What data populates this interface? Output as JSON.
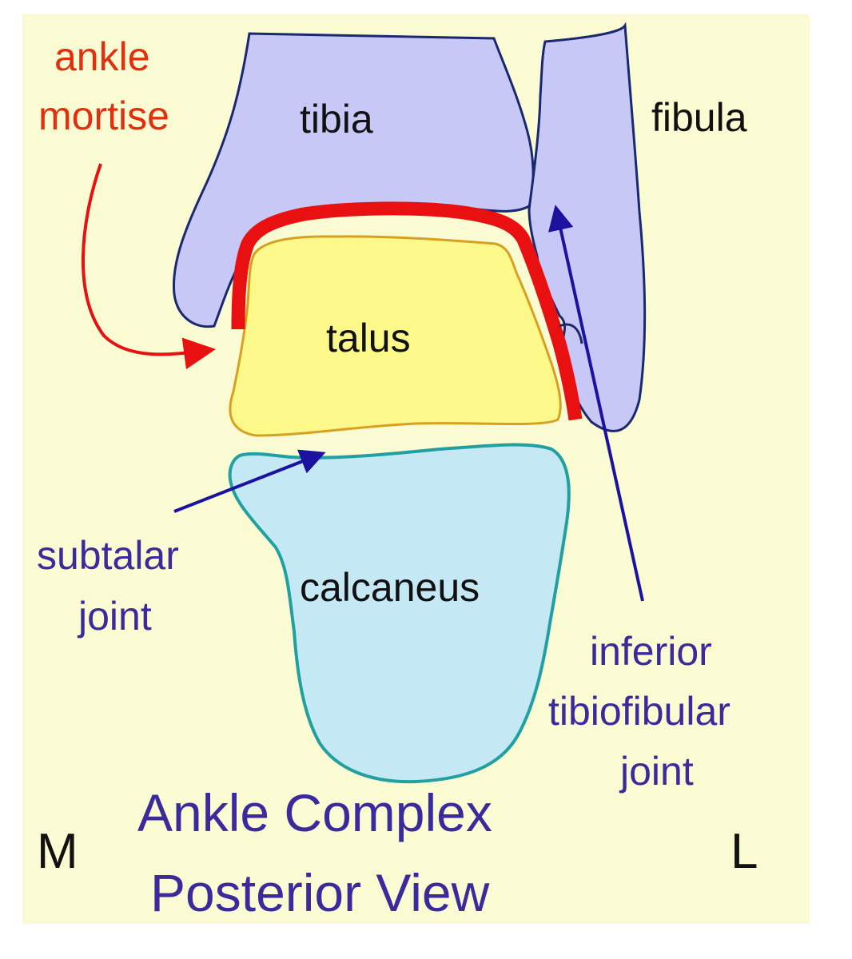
{
  "colors": {
    "background": "#fafbd2",
    "tibia_fill": "#c8c8f6",
    "fibula_fill": "#c8c8f6",
    "talus_fill": "#fcf98a",
    "talus_outline": "#d8a020",
    "calcaneus_fill": "#c4e8f4",
    "calcaneus_outline": "#20a0a0",
    "bone_outline": "#1a2870",
    "mortise": "#e81010",
    "red_label": "#e03010",
    "blue_label": "#3a2a9c",
    "arrow_blue": "#1c12a0",
    "black_label": "#111111"
  },
  "bones": {
    "tibia": "tibia",
    "fibula": "fibula",
    "talus": "talus",
    "calcaneus": "calcaneus"
  },
  "callouts": {
    "mortise_line1": "ankle",
    "mortise_line2": "mortise",
    "subtalar_line1": "subtalar",
    "subtalar_line2": "joint",
    "tibiofibular_line1": "inferior",
    "tibiofibular_line2": "tibiofibular",
    "tibiofibular_line3": "joint"
  },
  "title": {
    "line1": "Ankle Complex",
    "line2": "Posterior View"
  },
  "orientation": {
    "medial": "M",
    "lateral": "L"
  }
}
